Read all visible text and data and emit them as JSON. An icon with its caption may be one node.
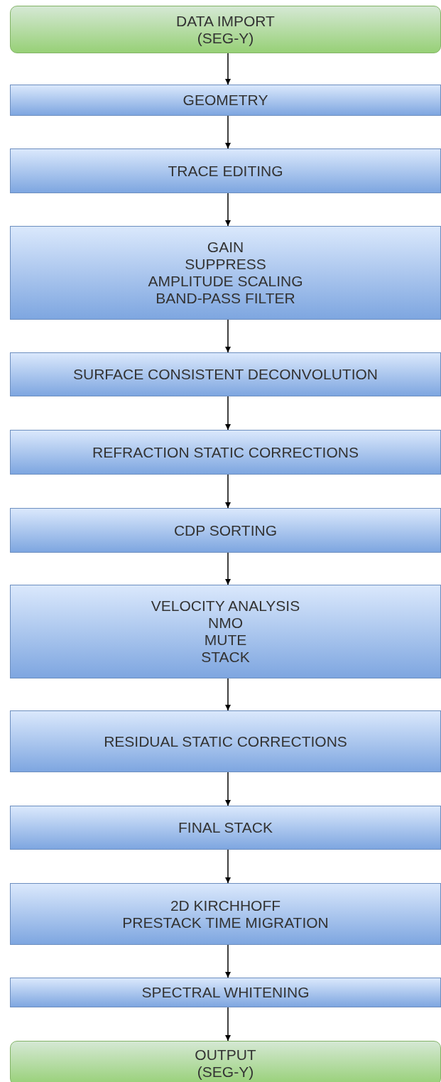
{
  "diagram": {
    "nodes": [
      {
        "text": [
          "DATA IMPORT",
          "(SEG-Y)"
        ]
      },
      {
        "text": [
          "GEOMETRY"
        ]
      },
      {
        "text": [
          "TRACE EDITING"
        ]
      },
      {
        "text": [
          "GAIN",
          "SUPPRESS",
          "AMPLITUDE SCALING",
          "BAND-PASS FILTER"
        ]
      },
      {
        "text": [
          "SURFACE CONSISTENT DECONVOLUTION"
        ]
      },
      {
        "text": [
          "REFRACTION STATIC CORRECTIONS"
        ]
      },
      {
        "text": [
          "CDP SORTING"
        ]
      },
      {
        "text": [
          "VELOCITY ANALYSIS",
          "NMO",
          "MUTE",
          "STACK"
        ]
      },
      {
        "text": [
          "RESIDUAL STATIC CORRECTIONS"
        ]
      },
      {
        "text": [
          "FINAL STACK"
        ]
      },
      {
        "text": [
          "2D KIRCHHOFF",
          "PRESTACK TIME MIGRATION"
        ]
      },
      {
        "text": [
          "SPECTRAL WHITENING"
        ]
      },
      {
        "text": [
          "OUTPUT",
          "(SEG-Y)"
        ]
      }
    ],
    "edges": [
      {
        "from": 0,
        "to": 1,
        "arrow": "to"
      },
      {
        "from": 1,
        "to": 2,
        "arrow": "to"
      },
      {
        "from": 2,
        "to": 3,
        "arrow": "to"
      },
      {
        "from": 3,
        "to": 4,
        "arrow": "to"
      },
      {
        "from": 4,
        "to": 5,
        "arrow": "to"
      },
      {
        "from": 5,
        "to": 6,
        "arrow": "to"
      },
      {
        "from": 6,
        "to": 7,
        "arrow": "to"
      },
      {
        "from": 7,
        "to": 8,
        "arrow": "to"
      },
      {
        "from": 8,
        "to": 9,
        "arrow": "to"
      },
      {
        "from": 9,
        "to": 10,
        "arrow": "to"
      },
      {
        "from": 10,
        "to": 11,
        "arrow": "to"
      },
      {
        "from": 11,
        "to": 12,
        "arrow": "to"
      }
    ]
  }
}
